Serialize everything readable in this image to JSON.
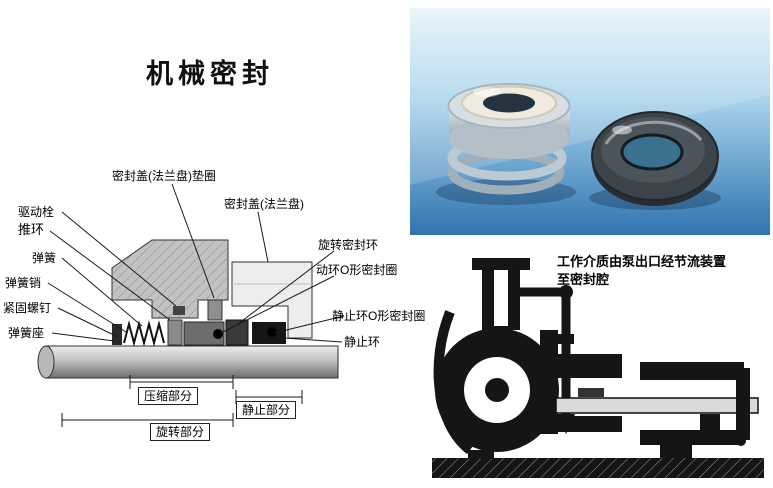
{
  "title": "机械密封",
  "seal_diagram": {
    "labels": {
      "gasket": "密封盖(法兰盘)垫圈",
      "gland": "密封盖(法兰盘)",
      "drive_pin": "驱动栓",
      "push_ring": "推环",
      "spring": "弹簧",
      "spring_pin": "弹簧销",
      "set_screw": "紧固螺钉",
      "spring_seat": "弹簧座",
      "rotating_seal_ring": "旋转密封环",
      "rotating_o_ring": "动环O形密封圈",
      "stationary_o_ring": "静止环O形密封圈",
      "stationary_ring": "静止环",
      "compression_part": "压缩部分",
      "stationary_part": "静止部分",
      "rotating_part": "旋转部分"
    }
  },
  "photo": {
    "subject": "mechanical-seal-rings-photo",
    "bg_top_color": "#e8f4fa",
    "bg_bottom_color": "#2f74b0"
  },
  "pump_diagram": {
    "caption_line1": "工作介质由泵出口经节流装置",
    "caption_line2": "至密封腔"
  }
}
